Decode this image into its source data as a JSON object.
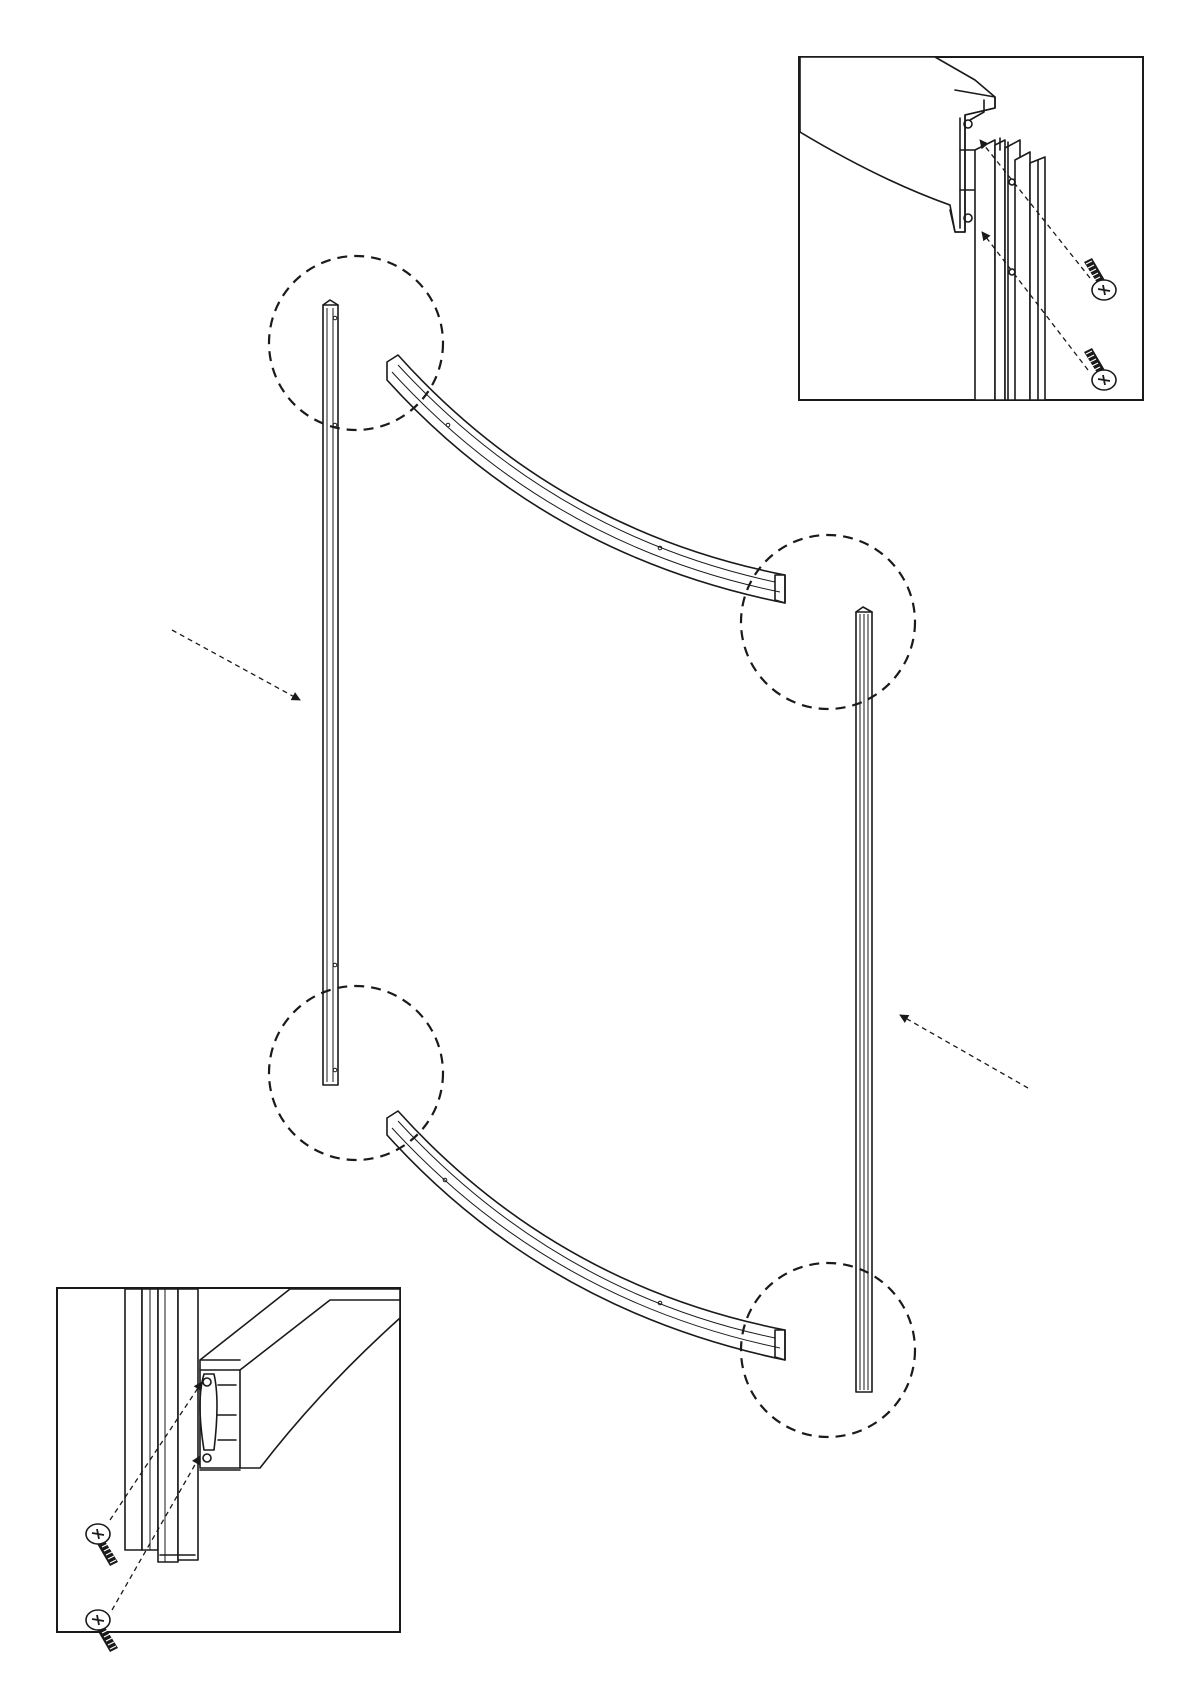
{
  "figure": {
    "type": "assembly-instruction",
    "parts": [
      "left-vertical-profile",
      "right-vertical-profile",
      "top-curved-rail",
      "bottom-curved-rail"
    ],
    "detail_views": [
      "top-right-detail",
      "bottom-left-detail"
    ],
    "fasteners": "screw-icon",
    "zoom_markers": 4
  },
  "colors": {
    "line": "#1a1a1a",
    "background": "#ffffff"
  }
}
